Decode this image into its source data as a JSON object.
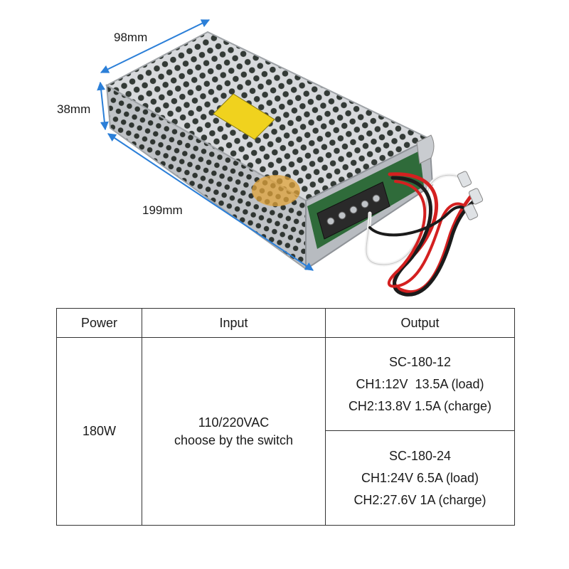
{
  "figure": {
    "dimensions": {
      "width": "98mm",
      "height": "38mm",
      "length": "199mm"
    },
    "colors": {
      "dimension_arrow": "#2b7fd8",
      "case_metal": "#c9ccd0",
      "wire_red": "#d42020",
      "wire_black": "#1b1b1b",
      "wire_white": "#f2f2f2",
      "label_yellow": "#f0d21e",
      "pcb_green": "#2f6b3a",
      "transformer_orange": "#e0a33a"
    }
  },
  "table": {
    "headers": {
      "power": "Power",
      "input": "Input",
      "output": "Output"
    },
    "power": "180W",
    "input": {
      "line1": "110/220VAC",
      "line2": "choose by the switch"
    },
    "outputs": [
      {
        "model": "SC-180-12",
        "ch1": "CH1:12V  13.5A (load)",
        "ch2": "CH2:13.8V 1.5A (charge)"
      },
      {
        "model": "SC-180-24",
        "ch1": "CH1:24V 6.5A (load)",
        "ch2": "CH2:27.6V 1A (charge)"
      }
    ]
  }
}
